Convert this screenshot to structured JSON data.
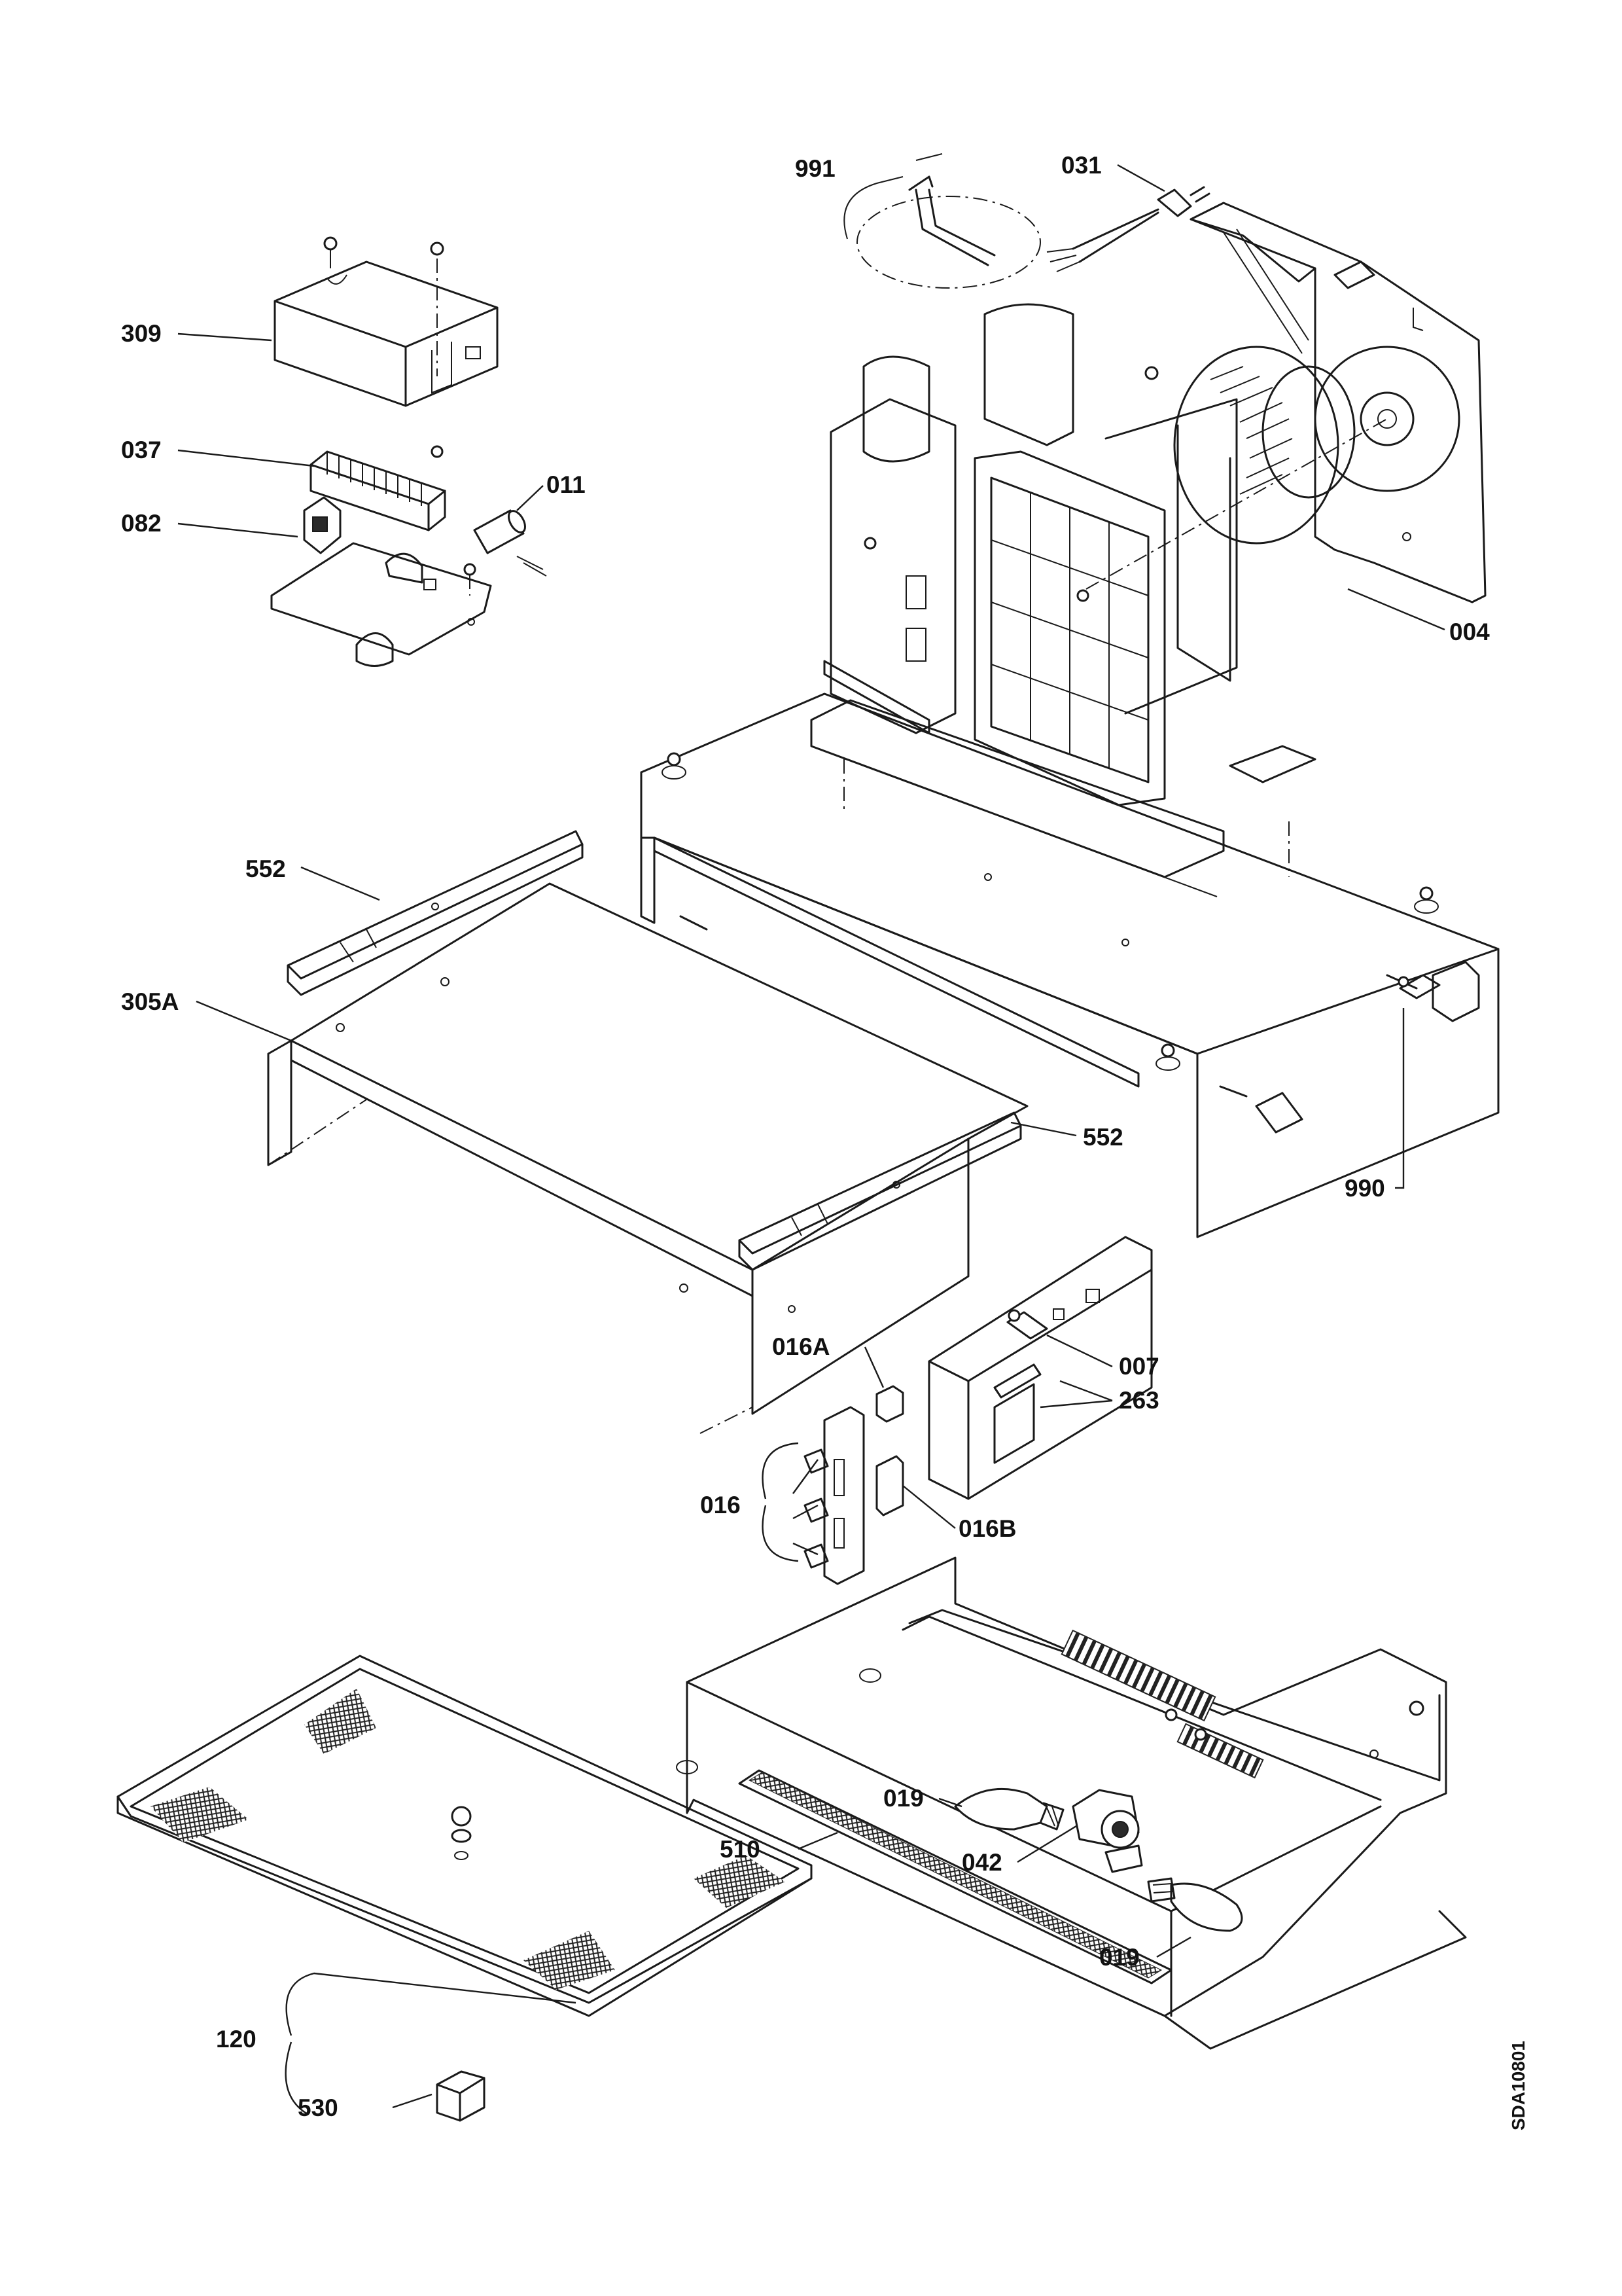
{
  "drawing_id": "SDA10801",
  "callouts": {
    "p991": "991",
    "p031": "031",
    "p309": "309",
    "p037": "037",
    "p011": "011",
    "p082": "082",
    "p004": "004",
    "p552a": "552",
    "p305A": "305A",
    "p552b": "552",
    "p990": "990",
    "p016A": "016A",
    "p007": "007",
    "p263": "263",
    "p016": "016",
    "p016B": "016B",
    "p019a": "019",
    "p042": "042",
    "p510": "510",
    "p019b": "019",
    "p120": "120",
    "p530": "530"
  }
}
